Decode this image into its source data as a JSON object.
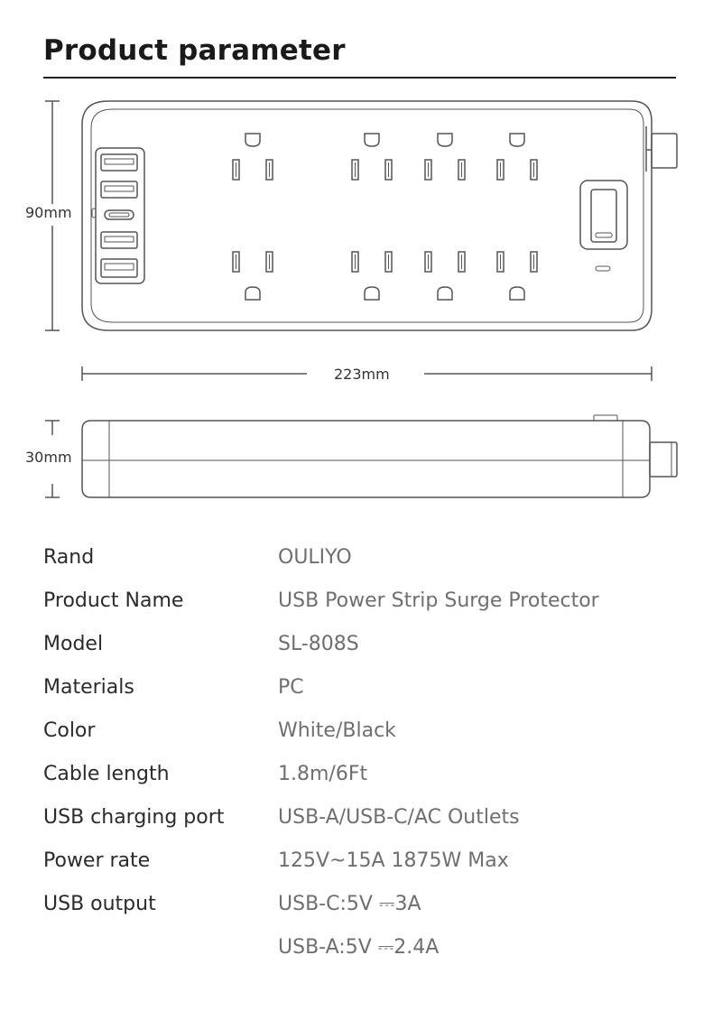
{
  "page": {
    "title": "Product parameter"
  },
  "dimensions": {
    "height": "90mm",
    "width": "223mm",
    "depth": "30mm"
  },
  "colors": {
    "outline": "#555555",
    "text_label": "#2b2b2b",
    "text_value": "#6f6f6f"
  },
  "specs": [
    {
      "label": "Rand",
      "value": "OULIYO"
    },
    {
      "label": "Product Name",
      "value": "USB Power Strip Surge Protector"
    },
    {
      "label": "Model",
      "value": "SL-808S"
    },
    {
      "label": "Materials",
      "value": "PC"
    },
    {
      "label": "Color",
      "value": "White/Black"
    },
    {
      "label": "Cable length",
      "value": "1.8m/6Ft"
    },
    {
      "label": "USB charging port",
      "value": "USB-A/USB-C/AC Outlets"
    },
    {
      "label": "Power rate",
      "value": "125V~15A  1875W Max"
    },
    {
      "label": "USB output",
      "value": "USB-C:5V ⎓3A"
    },
    {
      "label": "",
      "value": "USB-A:5V ⎓2.4A"
    }
  ]
}
